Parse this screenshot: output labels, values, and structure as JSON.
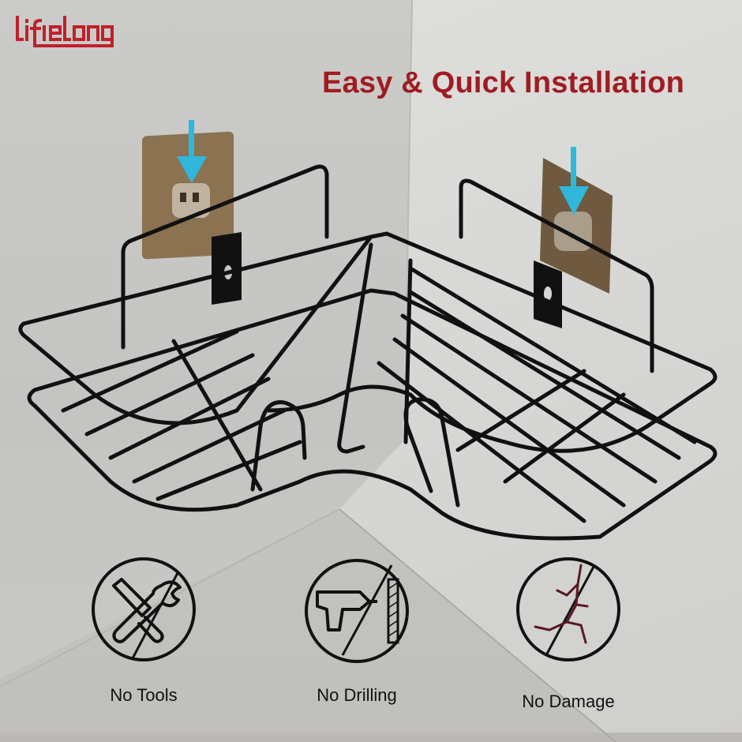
{
  "brand": {
    "name": "Lifelong",
    "logo_text": "lifelong",
    "color": "#c0202a"
  },
  "headline": {
    "text": "Easy & Quick Installation",
    "color": "#a01c22"
  },
  "product": {
    "description": "Black metal wire corner shower shelf mounted with adhesive hooks",
    "adhesive_pad_color": "#8b7250",
    "arrow_color": "#2fb8dc",
    "wire_color": "#111111"
  },
  "features": [
    {
      "label": "No Tools",
      "icon": "no-tools-icon"
    },
    {
      "label": "No Drilling",
      "icon": "no-drilling-icon"
    },
    {
      "label": "No Damage",
      "icon": "no-damage-icon"
    }
  ]
}
